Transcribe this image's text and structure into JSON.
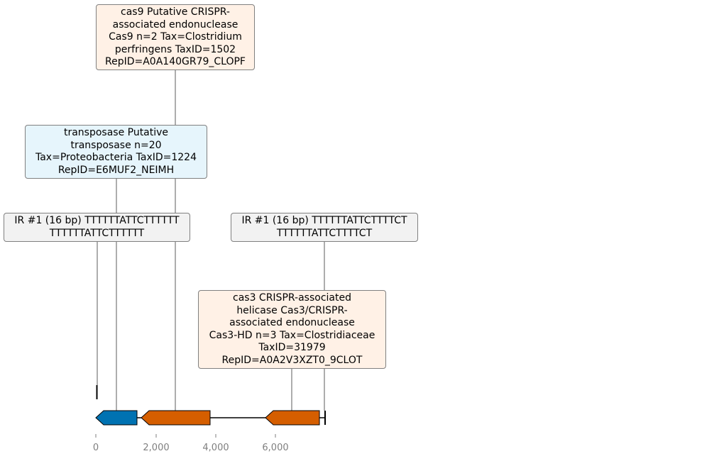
{
  "colors": {
    "cas_fill": "#d55e00",
    "transposase_fill": "#0072b2",
    "cas_label_bg": "#fff1e6",
    "transposase_label_bg": "#e6f5fc",
    "ir_label_bg": "#f2f2f2",
    "axis_text": "#7f7f7f"
  },
  "labels": [
    {
      "key": "cas9",
      "lines": [
        "cas9 Putative CRISPR-",
        "associated endonuclease",
        "Cas9 n=2 Tax=Clostridium",
        "perfringens TaxID=1502",
        "RepID=A0A140GR79_CLOPF"
      ],
      "kind": "cas"
    },
    {
      "key": "transposase",
      "lines": [
        "transposase Putative",
        "transposase n=20",
        "Tax=Proteobacteria TaxID=1224",
        "RepID=E6MUF2_NEIMH"
      ],
      "kind": "transposase"
    },
    {
      "key": "ir_left",
      "lines": [
        "IR #1 (16 bp) TTTTTTATTCTTTTTT",
        "TTTTTTATTCTTTTTT"
      ],
      "kind": "ir"
    },
    {
      "key": "ir_right",
      "lines": [
        "IR #1 (16 bp) TTTTTTATTCTTTTCT",
        "TTTTTTATTCTTTTCT"
      ],
      "kind": "ir"
    },
    {
      "key": "cas3",
      "lines": [
        "cas3 CRISPR-associated",
        "helicase Cas3/CRISPR-",
        "associated endonuclease",
        "Cas3-HD n=3 Tax=Clostridiaceae",
        "TaxID=31979",
        "RepID=A0A2V3XZT0_9CLOT"
      ],
      "kind": "cas"
    }
  ],
  "axis": {
    "ticks": [
      "0",
      "2,000",
      "4,000",
      "6,000"
    ]
  }
}
